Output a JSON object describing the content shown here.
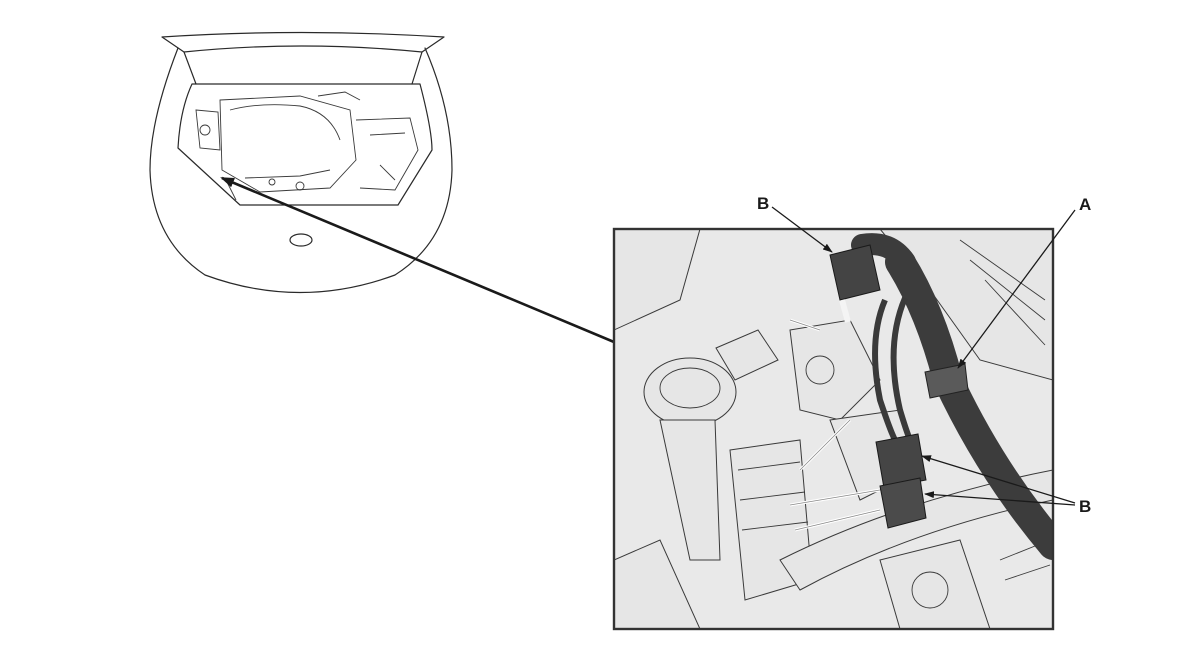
{
  "callouts": {
    "a": "A",
    "b_top": "B",
    "b_right": "B"
  },
  "colors": {
    "line": "#2a2a2a",
    "detail_bg": "#e9e9e9",
    "hose": "#3c3c3c",
    "frame": "#333333"
  },
  "icons": {
    "overview": "car-front-hood-open-icon",
    "pointer": "arrow-pointer-icon"
  }
}
